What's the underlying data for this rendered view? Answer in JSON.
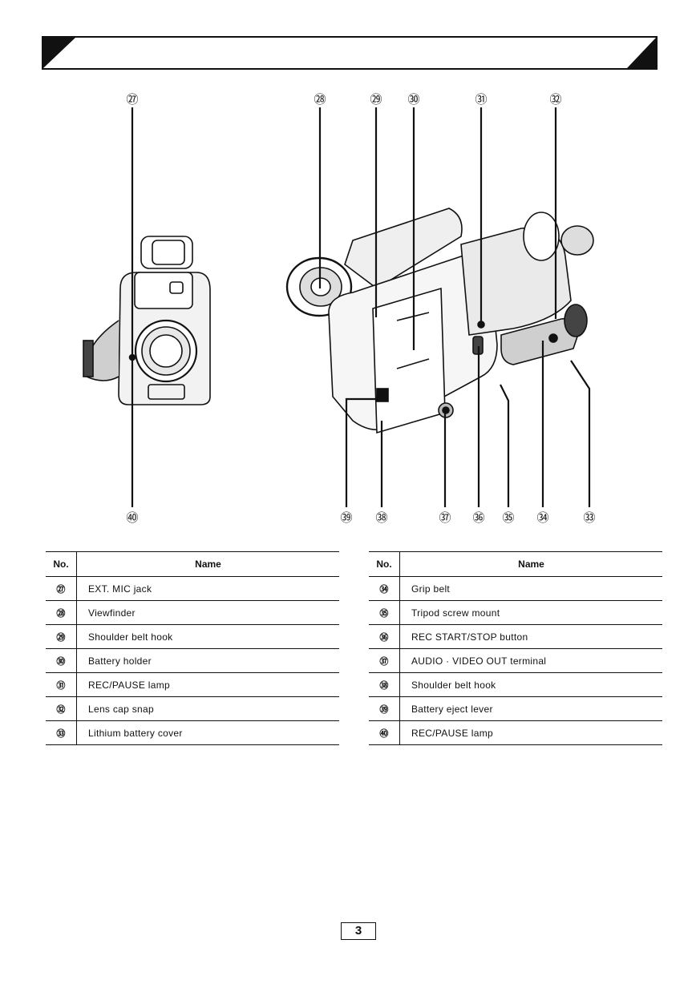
{
  "header": {
    "title": ""
  },
  "figure": {
    "callouts_top": [
      "㉗",
      "㉘",
      "㉙",
      "㉚",
      "㉛",
      "㉜"
    ],
    "callouts_bottom": [
      "㊵",
      "㊴",
      "㊳",
      "㊲",
      "㊱",
      "㉟",
      "㉞",
      "㉝"
    ]
  },
  "tables": {
    "left": {
      "headers": {
        "no": "No.",
        "name": "Name"
      },
      "rows": [
        {
          "no": "㉗",
          "name": "EXT. MIC jack"
        },
        {
          "no": "㉘",
          "name": "Viewfinder"
        },
        {
          "no": "㉙",
          "name": "Shoulder belt hook"
        },
        {
          "no": "㉚",
          "name": "Battery holder"
        },
        {
          "no": "㉛",
          "name": "REC/PAUSE lamp"
        },
        {
          "no": "㉜",
          "name": "Lens cap snap"
        },
        {
          "no": "㉝",
          "name": "Lithium battery cover"
        }
      ]
    },
    "right": {
      "headers": {
        "no": "No.",
        "name": "Name"
      },
      "rows": [
        {
          "no": "㉞",
          "name": "Grip belt"
        },
        {
          "no": "㉟",
          "name": "Tripod screw mount"
        },
        {
          "no": "㊱",
          "name": "REC START/STOP button"
        },
        {
          "no": "㊲",
          "name": "AUDIO · VIDEO OUT terminal"
        },
        {
          "no": "㊳",
          "name": "Shoulder belt hook"
        },
        {
          "no": "㊴",
          "name": "Battery eject lever"
        },
        {
          "no": "㊵",
          "name": "REC/PAUSE lamp"
        }
      ]
    }
  },
  "footer": {
    "page_number": "3"
  }
}
